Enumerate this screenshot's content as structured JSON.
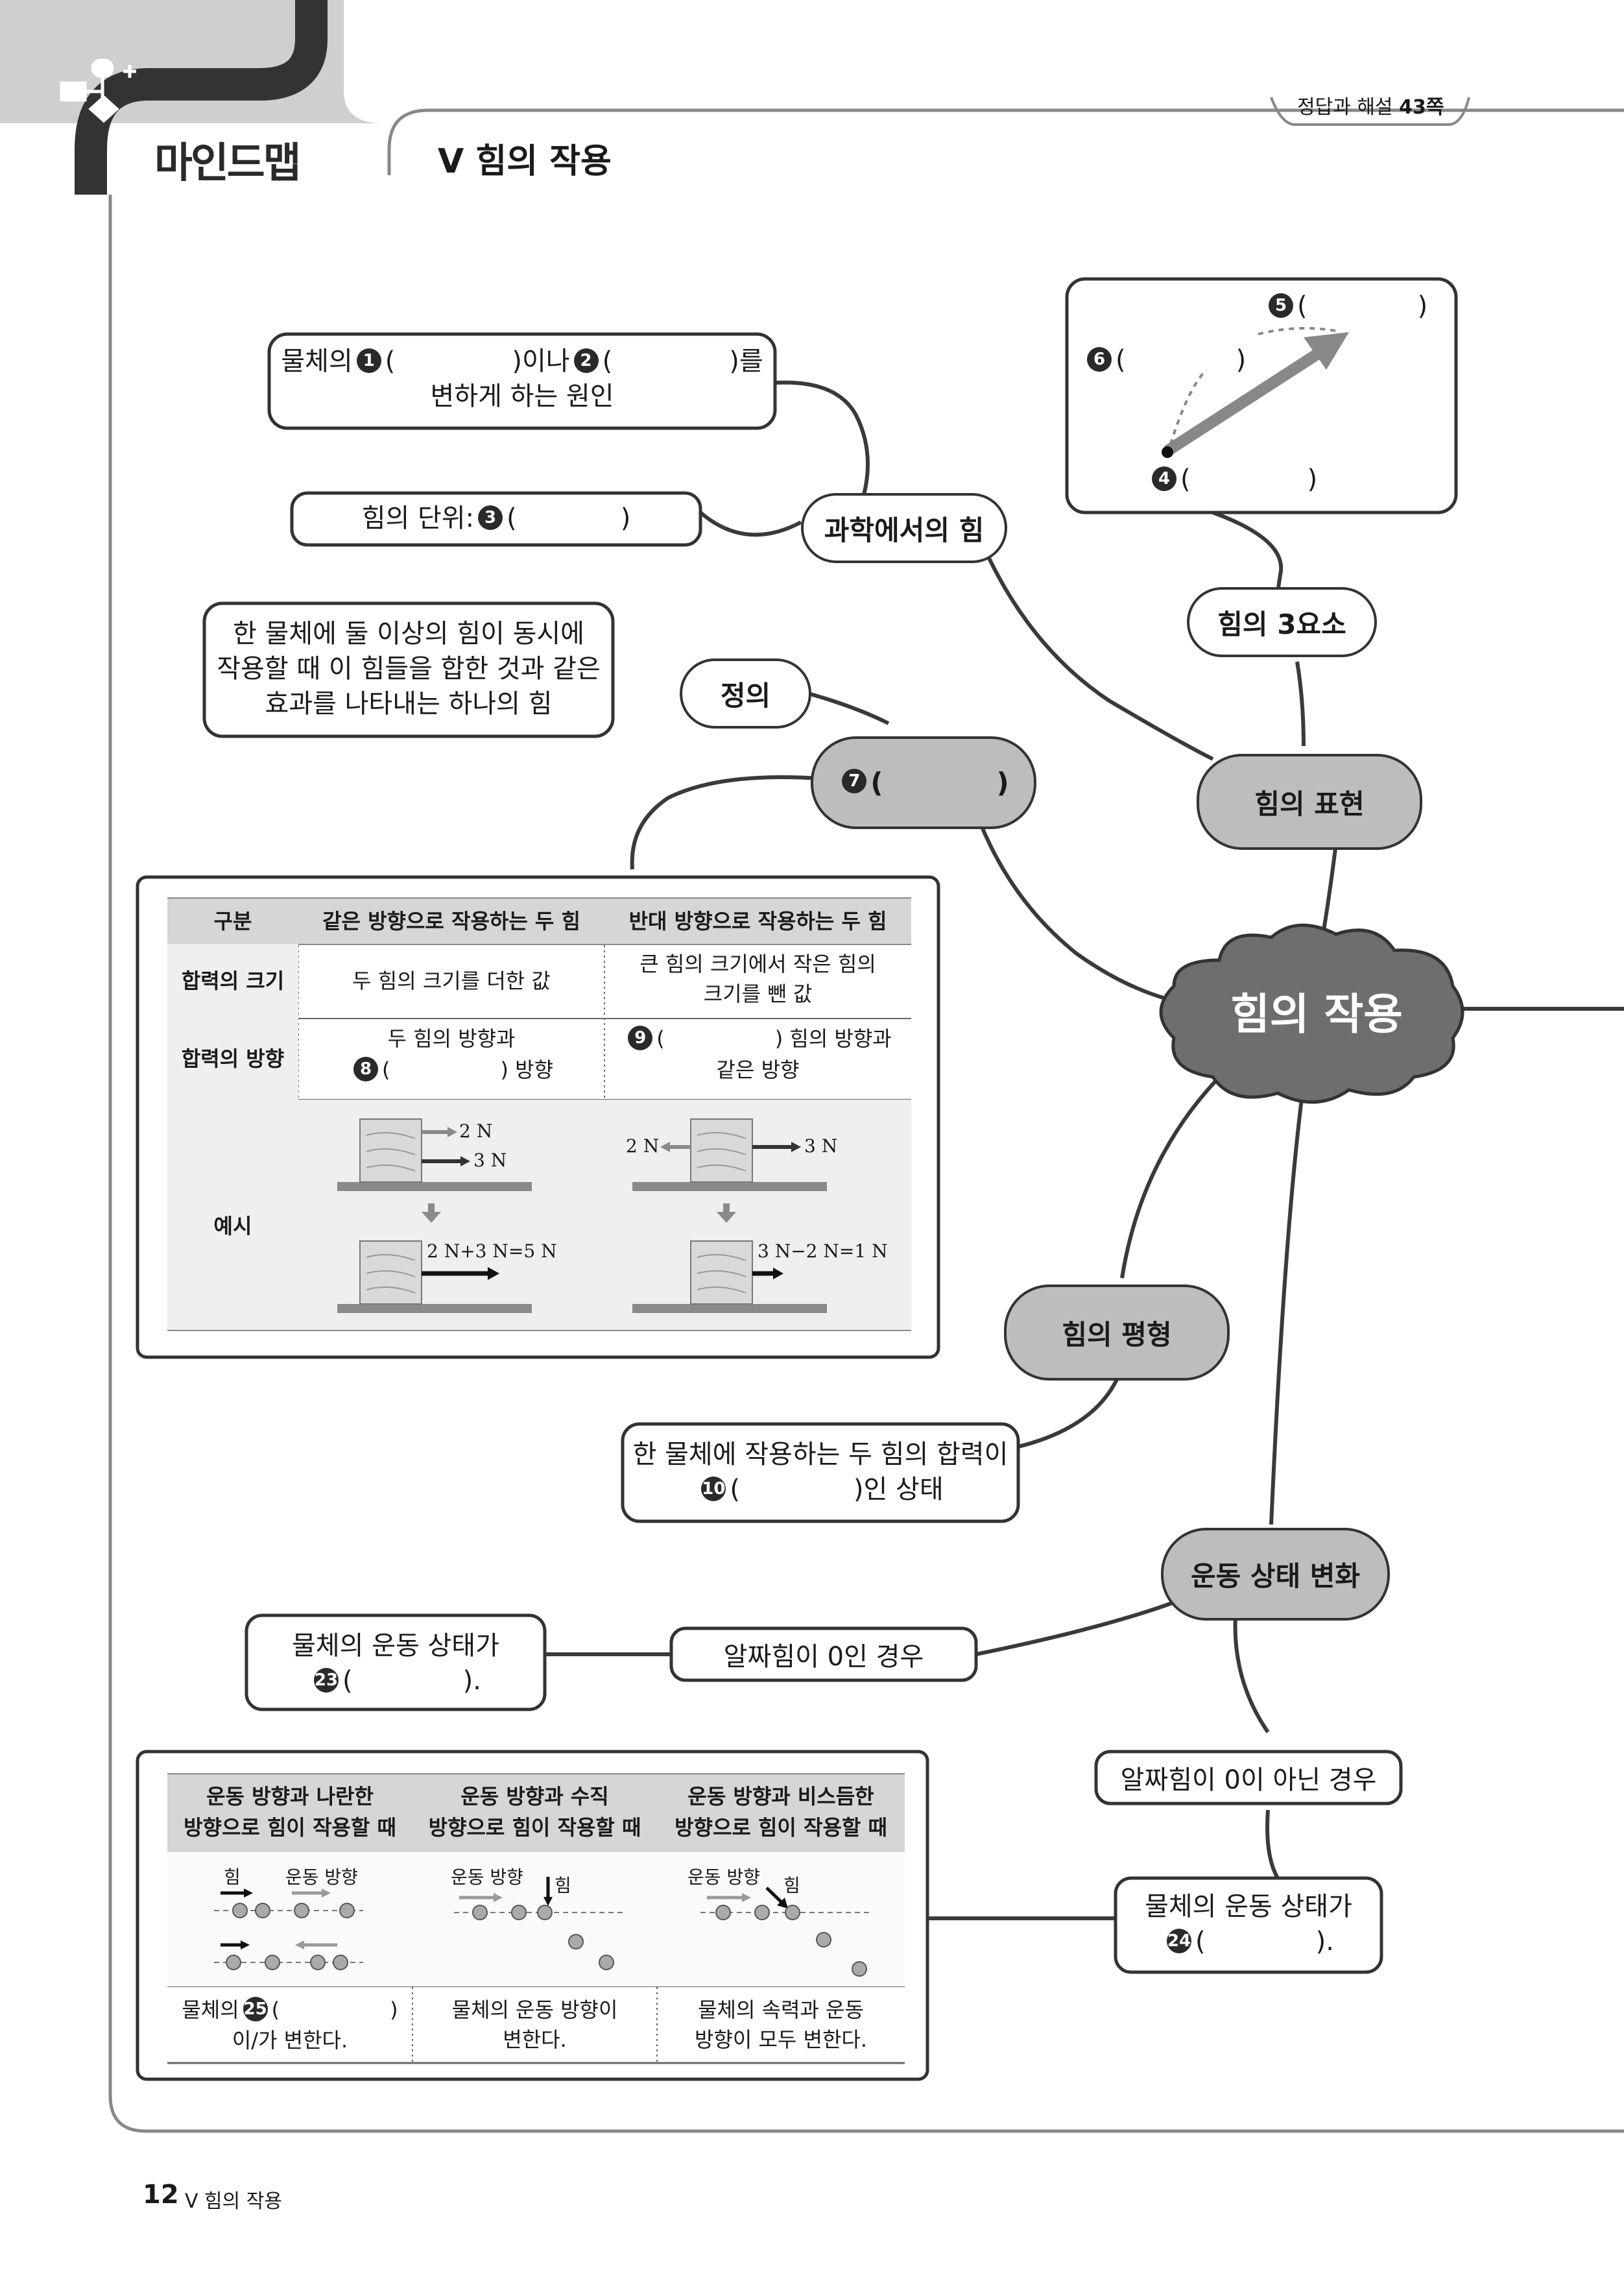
{
  "header": {
    "section_label": "마인드맵",
    "chapter_title": "V 힘의 작용",
    "answer_ref_prefix": "정답과 해설 ",
    "answer_ref_page": "43쪽"
  },
  "footer": {
    "page_number": "12",
    "chapter": "V 힘의 작용"
  },
  "nodes": {
    "center": "힘의 작용",
    "science_force": "과학에서의 힘",
    "force_expression": "힘의 표현",
    "three_elements": "힘의 3요소",
    "definition": "정의",
    "net_force_blank_num": "7",
    "equilibrium": "힘의 평형",
    "motion_change": "운동 상태 변화",
    "zero_net": "알짜힘이 0인 경우",
    "nonzero_net": "알짜힘이 0이 아닌 경우"
  },
  "boxes": {
    "force_def": {
      "line1_a": "물체의",
      "blank1": "1",
      "line1_b": "이나",
      "blank2": "2",
      "line1_c": "를",
      "line2": "변하게 하는 원인"
    },
    "unit": {
      "text": "힘의 단위:",
      "blank": "3"
    },
    "net_force_def": [
      "한 물체에 둘 이상의 힘이 동시에",
      "작용할 때 이 힘들을 합한 것과 같은",
      "효과를 나타내는 하나의 힘"
    ],
    "three_elements_diagram": {
      "blank5": "5",
      "blank6": "6",
      "blank4": "4"
    },
    "equilibrium_def": {
      "line1": "한 물체에 작용하는 두 힘의 합력이",
      "blank": "10",
      "line2_suffix": "인 상태"
    },
    "zero_state": {
      "line1": "물체의 운동 상태가",
      "blank": "23",
      "suffix": "."
    },
    "nonzero_state": {
      "line1": "물체의 운동 상태가",
      "blank": "24",
      "suffix": "."
    }
  },
  "net_force_table": {
    "headers": [
      "구분",
      "같은 방향으로 작용하는 두 힘",
      "반대 방향으로 작용하는 두 힘"
    ],
    "row_magnitude": {
      "label": "합력의 크기",
      "same": "두 힘의 크기를 더한 값",
      "opposite_1": "큰 힘의 크기에서 작은 힘의",
      "opposite_2": "크기를 뺀 값"
    },
    "row_direction": {
      "label": "합력의 방향",
      "same_1": "두 힘의 방향과",
      "same_blank": "8",
      "same_2": "방향",
      "opp_blank": "9",
      "opp_1": "힘의 방향과",
      "opp_2": "같은 방향"
    },
    "row_example": {
      "label": "예시",
      "same_f1": "2 N",
      "same_f2": "3 N",
      "same_result": "2 N+3 N=5 N",
      "opp_f1": "2 N",
      "opp_f2": "3 N",
      "opp_result": "3 N−2 N=1 N"
    }
  },
  "motion_table": {
    "headers": [
      [
        "운동 방향과 나란한",
        "방향으로 힘이 작용할 때"
      ],
      [
        "운동 방향과 수직",
        "방향으로 힘이 작용할 때"
      ],
      [
        "운동 방향과 비스듬한",
        "방향으로 힘이 작용할 때"
      ]
    ],
    "labels": {
      "force": "힘",
      "motion_dir": "운동 방향"
    },
    "results": {
      "parallel_a": "물체의",
      "parallel_blank": "25",
      "parallel_b": "이/가 변한다.",
      "perp_1": "물체의 운동 방향이",
      "perp_2": "변한다.",
      "oblique_1": "물체의 속력과 운동",
      "oblique_2": "방향이 모두 변한다."
    }
  },
  "colors": {
    "gray_bubble": "#bdbdbd",
    "dark_cloud": "#6e6e6e",
    "badge": "#2a2a2a",
    "header_gray": "#d6d6d6",
    "table_bg": "#efefef",
    "arrow_gray": "#8a8a8a"
  }
}
